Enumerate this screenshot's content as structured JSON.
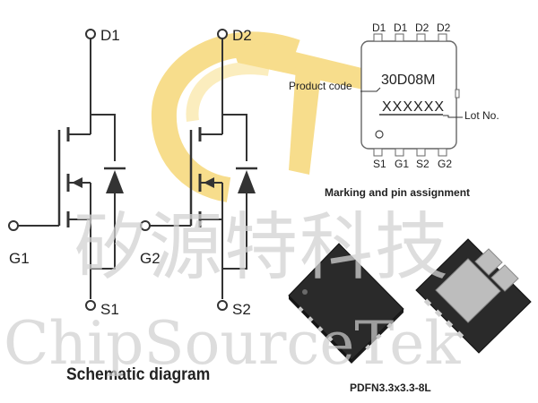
{
  "schematic": {
    "mosfet1": {
      "drain": "D1",
      "gate": "G1",
      "source": "S1"
    },
    "mosfet2": {
      "drain": "D2",
      "gate": "G2",
      "source": "S2"
    },
    "caption": "Schematic diagram"
  },
  "marking": {
    "top_pins": [
      "D1",
      "D1",
      "D2",
      "D2"
    ],
    "bottom_pins": [
      "S1",
      "G1",
      "S2",
      "G2"
    ],
    "part_code": "30D08M",
    "lot_code": "XXXXXX",
    "product_code_label": "Product code",
    "lot_label": "Lot No.",
    "caption": "Marking and pin assignment"
  },
  "package": {
    "caption": "PDFN3.3x3.3-8L"
  },
  "watermark": {
    "chinese": "矽源特科技",
    "english": "ChipSourceTek"
  },
  "colors": {
    "logo_gold": "#f2c230",
    "logo_light": "#f9e08a",
    "watermark": "#d2d2d2",
    "package_body": "#2a2a2a",
    "pad_metal": "#c9c9c9"
  }
}
